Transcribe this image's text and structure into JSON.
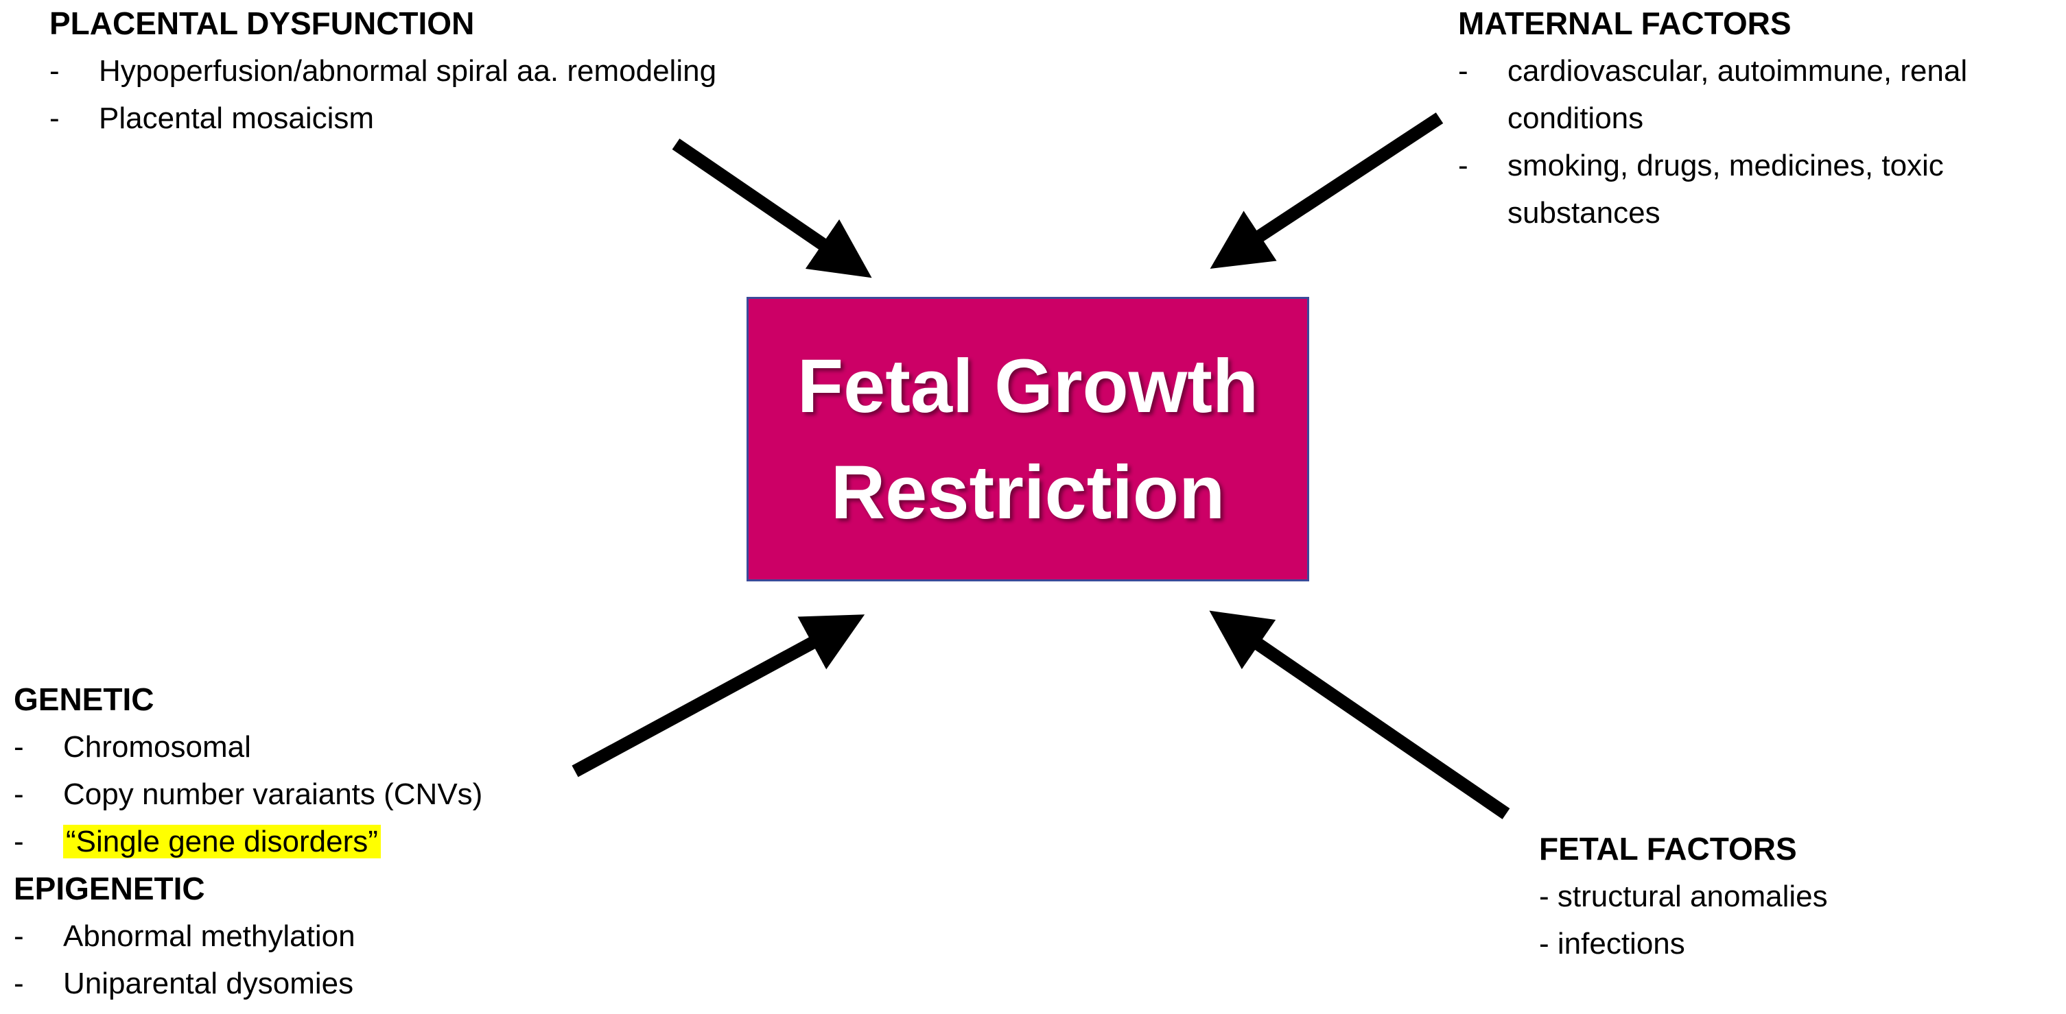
{
  "center": {
    "line1": "Fetal Growth",
    "line2": "Restriction",
    "fill_color": "#cc0066",
    "border_color": "#3b4a9a",
    "text_color": "#ffffff"
  },
  "placental": {
    "heading": "PLACENTAL DYSFUNCTION",
    "items": [
      "Hypoperfusion/abnormal spiral aa. remodeling",
      "Placental mosaicism"
    ]
  },
  "maternal": {
    "heading": "MATERNAL FACTORS",
    "items": [
      "cardiovascular, autoimmune, renal conditions",
      "smoking, drugs, medicines, toxic substances"
    ]
  },
  "genetic": {
    "heading": "GENETIC",
    "items": [
      "Chromosomal",
      "Copy number varaiants (CNVs)",
      "“Single gene disorders”"
    ],
    "highlight_color": "#ffff00"
  },
  "epigenetic": {
    "heading": "EPIGENETIC",
    "items": [
      "Abnormal methylation",
      "Uniparental dysomies"
    ]
  },
  "fetal": {
    "heading": "FETAL FACTORS",
    "items": [
      "- structural anomalies",
      "- infections"
    ]
  },
  "bullet_dash": "-",
  "arrow_color": "#000000"
}
